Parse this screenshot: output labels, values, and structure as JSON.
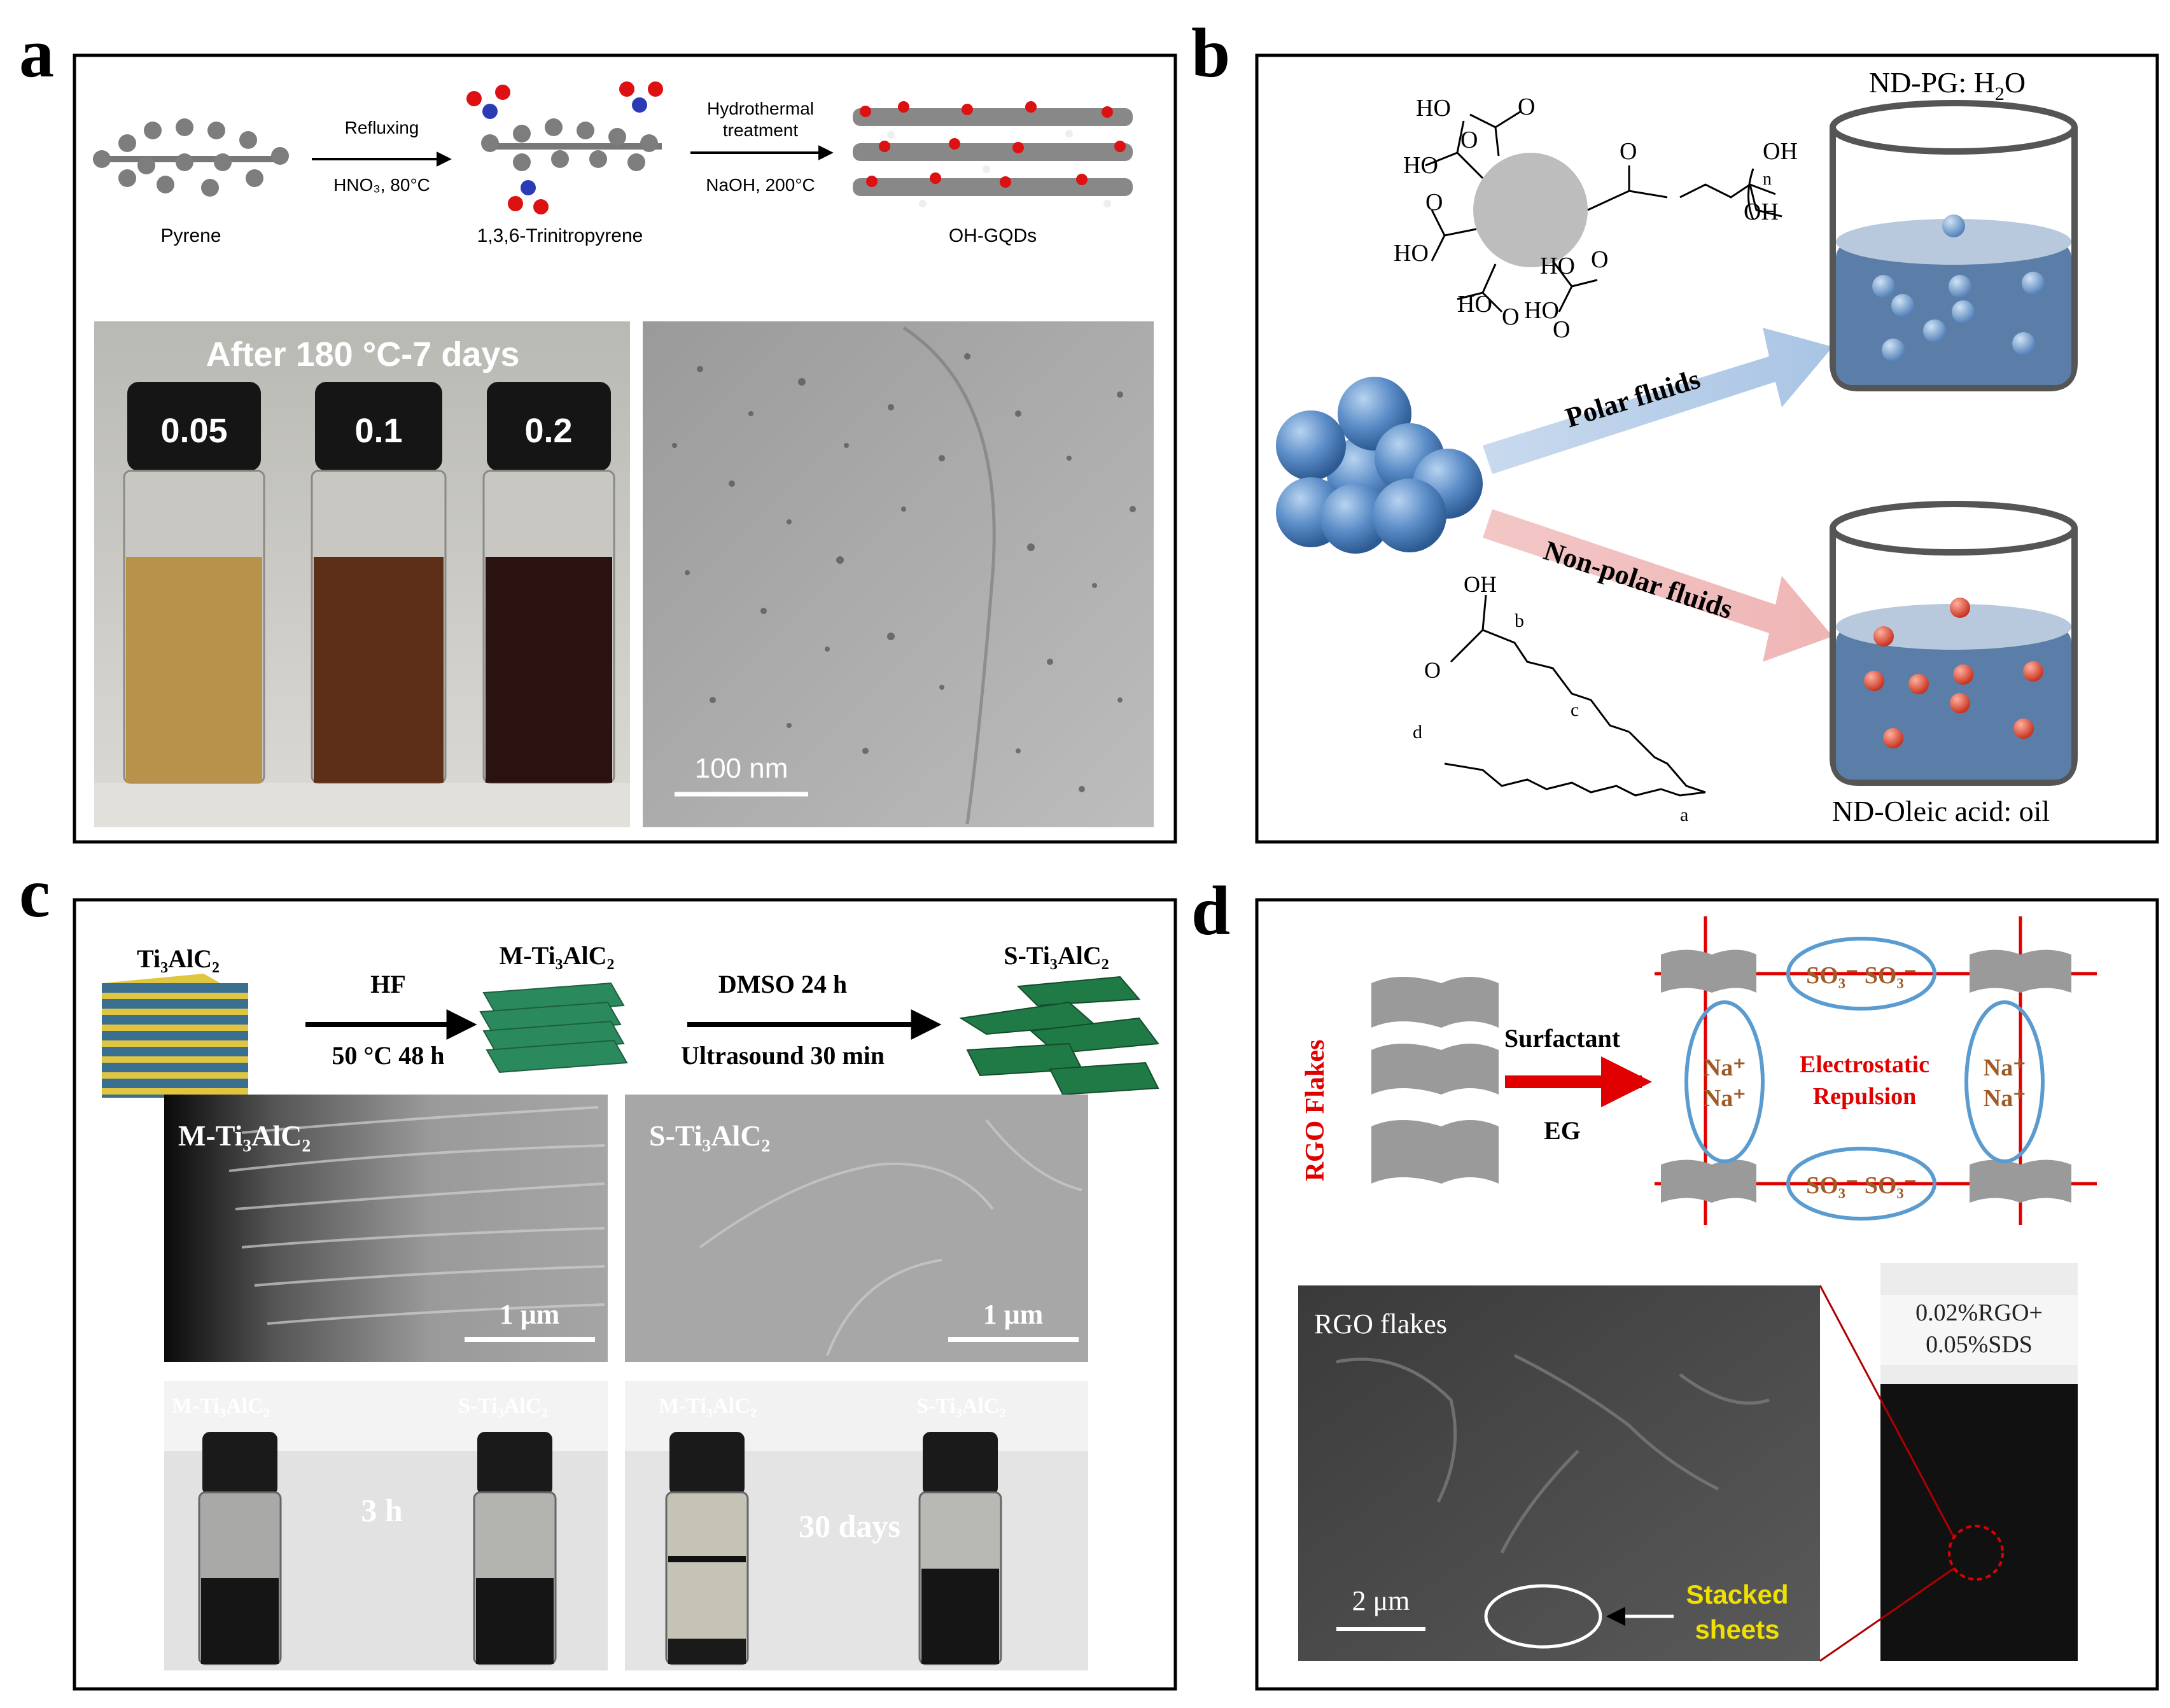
{
  "panels": {
    "a": {
      "letter": "a",
      "scheme": {
        "step1_top": "Refluxing",
        "step1_bottom": "HNO₃, 80°C",
        "step2_top_line1": "Hydrothermal",
        "step2_top_line2": "treatment",
        "step2_bottom": "NaOH, 200°C",
        "compound1": "Pyrene",
        "compound2": "1,3,6-Trinitropyrene",
        "compound3": "OH-GQDs"
      },
      "photo": {
        "title": "After 180 °C-7 days",
        "vials": [
          "0.05",
          "0.1",
          "0.2"
        ]
      },
      "tem": {
        "scale": "100  nm"
      }
    },
    "b": {
      "letter": "b",
      "top_label_base": "ND-PG: H",
      "top_label_sub": "2",
      "top_label_end": "O",
      "bottom_label": "ND-Oleic acid: oil",
      "arrow_polar": "Polar fluids",
      "arrow_nonpolar": "Non-polar fluids",
      "chem_top": [
        "HO",
        "O",
        "HO",
        "O",
        "HO",
        "O",
        "HO",
        "O",
        "HO",
        "O",
        "HO",
        "O",
        "O",
        "OH",
        "n",
        "OH"
      ],
      "chem_oleic": [
        "OH",
        "O",
        "b",
        "c",
        "d",
        "a"
      ]
    },
    "c": {
      "letter": "c",
      "scheme": {
        "start": "Ti₃AlC₂",
        "mid": "M-Ti₃AlC₂",
        "end": "S-Ti₃AlC₂",
        "step1_top": "HF",
        "step1_bottom": "50 °C 48 h",
        "step2_top": "DMSO 24 h",
        "step2_bottom": "Ultrasound 30 min"
      },
      "sem_left": {
        "title": "M-Ti₃AlC₂",
        "scale": "1 μm"
      },
      "sem_right": {
        "title": "S-Ti₃AlC₂",
        "scale": "1 μm"
      },
      "vials_left": {
        "label_left": "M-Ti₃AlC₂",
        "label_right": "S-Ti₃AlC₂",
        "time": "3 h"
      },
      "vials_right": {
        "label_left": "M-Ti₃AlC₂",
        "label_right": "S-Ti₃AlC₂",
        "time": "30 days"
      }
    },
    "d": {
      "letter": "d",
      "rgo_label": "RGO Flakes",
      "arrow_top": "Surfactant",
      "arrow_bottom": "EG",
      "so3": "SO₃⁻ SO₃⁻",
      "na": "Na⁺",
      "repulsion_line1": "Electrostatic",
      "repulsion_line2": "Repulsion",
      "sem_title": "RGO flakes",
      "sem_scale": "2 μm",
      "stacked_line1": "Stacked",
      "stacked_line2": "sheets",
      "vial_line1": "0.02%RGO+",
      "vial_line2": "0.05%SDS"
    }
  }
}
